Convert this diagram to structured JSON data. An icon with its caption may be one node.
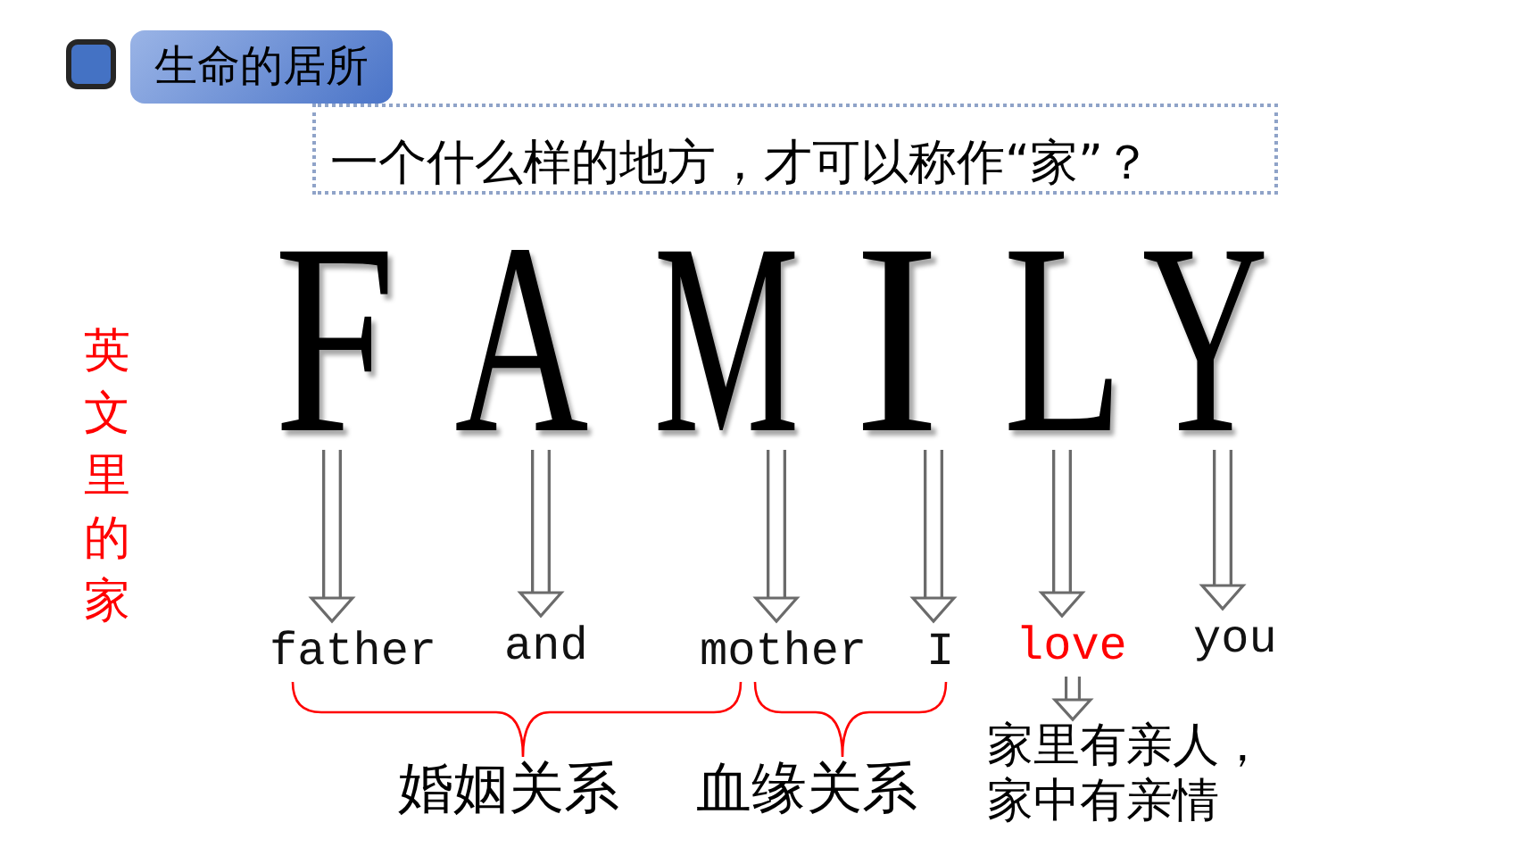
{
  "diagram": {
    "title": "生命的居所",
    "nodes": [
      {
        "text": [
          "一个什么样的地方，才可以称作“家”？"
        ]
      },
      {
        "text": [
          "F"
        ]
      },
      {
        "text": [
          "A"
        ]
      },
      {
        "text": [
          "M"
        ]
      },
      {
        "text": [
          "I"
        ]
      },
      {
        "text": [
          "L"
        ]
      },
      {
        "text": [
          "Y"
        ]
      },
      {
        "text": [
          "father"
        ]
      },
      {
        "text": [
          "and"
        ]
      },
      {
        "text": [
          "mother"
        ]
      },
      {
        "text": [
          "I"
        ]
      },
      {
        "text": [
          "love"
        ]
      },
      {
        "text": [
          "you"
        ]
      },
      {
        "text": [
          "家里有亲人，家中有亲情"
        ]
      }
    ],
    "edges": [
      {
        "from": 1,
        "to": 7,
        "arrow": "to"
      },
      {
        "from": 2,
        "to": 8,
        "arrow": "to"
      },
      {
        "from": 3,
        "to": 9,
        "arrow": "to"
      },
      {
        "from": 4,
        "to": 10,
        "arrow": "to"
      },
      {
        "from": 5,
        "to": 11,
        "arrow": "to"
      },
      {
        "from": 6,
        "to": 12,
        "arrow": "to"
      },
      {
        "from": 11,
        "to": 13,
        "arrow": "to"
      }
    ],
    "labels": [
      "英文里的家",
      "婚姻关系",
      "血缘关系"
    ]
  }
}
